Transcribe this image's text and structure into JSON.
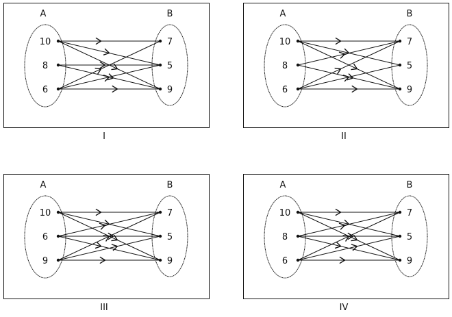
{
  "colors": {
    "ink": "#111111",
    "background": "#ffffff"
  },
  "set_labels": {
    "domain": "A",
    "codomain": "B"
  },
  "panels": [
    {
      "id": "I",
      "caption": "I",
      "domain": [
        "10",
        "8",
        "6"
      ],
      "codomain": [
        "7",
        "5",
        "9"
      ],
      "mappings": [
        [
          "10",
          "7"
        ],
        [
          "10",
          "5"
        ],
        [
          "10",
          "9"
        ],
        [
          "8",
          "5"
        ],
        [
          "8",
          "9"
        ],
        [
          "6",
          "7"
        ],
        [
          "6",
          "5"
        ],
        [
          "6",
          "9"
        ]
      ]
    },
    {
      "id": "II",
      "caption": "II",
      "domain": [
        "10",
        "8",
        "6"
      ],
      "codomain": [
        "7",
        "5",
        "9"
      ],
      "mappings": [
        [
          "10",
          "7"
        ],
        [
          "10",
          "5"
        ],
        [
          "10",
          "9"
        ],
        [
          "8",
          "7"
        ],
        [
          "8",
          "9"
        ],
        [
          "6",
          "7"
        ],
        [
          "6",
          "5"
        ],
        [
          "6",
          "9"
        ]
      ]
    },
    {
      "id": "III",
      "caption": "III",
      "domain": [
        "10",
        "6",
        "9"
      ],
      "codomain": [
        "7",
        "5",
        "9"
      ],
      "mappings": [
        [
          "10",
          "7"
        ],
        [
          "10",
          "5"
        ],
        [
          "10",
          "9"
        ],
        [
          "6",
          "7"
        ],
        [
          "6",
          "5"
        ],
        [
          "6",
          "9"
        ],
        [
          "9",
          "7"
        ],
        [
          "9",
          "5"
        ],
        [
          "9",
          "9"
        ]
      ]
    },
    {
      "id": "IV",
      "caption": "IV",
      "domain": [
        "10",
        "8",
        "6"
      ],
      "codomain": [
        "7",
        "5",
        "9"
      ],
      "mappings": [
        [
          "10",
          "7"
        ],
        [
          "10",
          "5"
        ],
        [
          "10",
          "9"
        ],
        [
          "8",
          "7"
        ],
        [
          "8",
          "5"
        ],
        [
          "8",
          "9"
        ],
        [
          "6",
          "7"
        ],
        [
          "6",
          "5"
        ],
        [
          "6",
          "9"
        ]
      ]
    }
  ]
}
